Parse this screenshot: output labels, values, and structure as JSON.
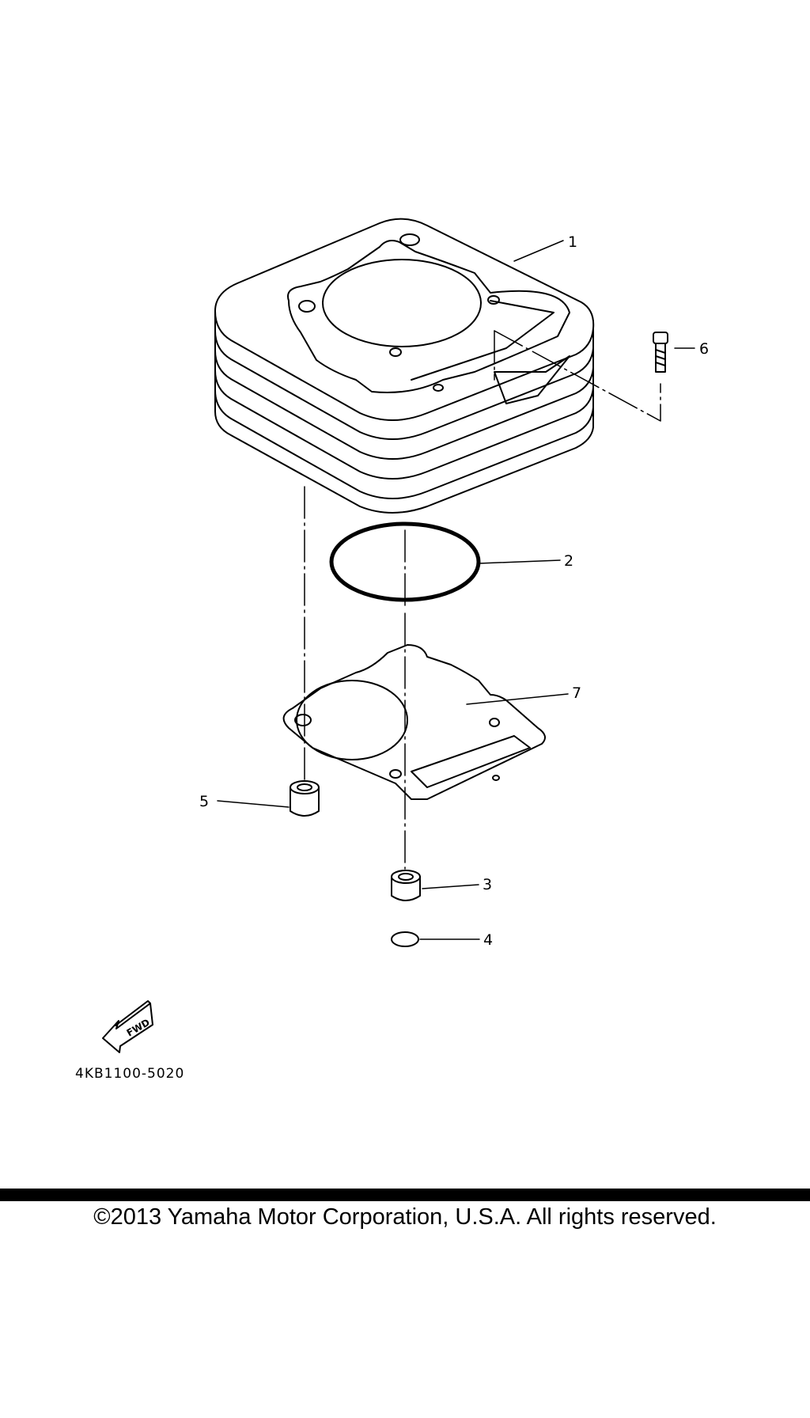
{
  "diagram": {
    "callouts": {
      "c1": "1",
      "c2": "2",
      "c3": "3",
      "c4": "4",
      "c5": "5",
      "c6": "6",
      "c7": "7"
    },
    "fwd_label": "FWD",
    "part_number": "4KB1100-5020"
  },
  "footer": {
    "copyright": "©2013 Yamaha Motor Corporation, U.S.A. All rights reserved."
  }
}
